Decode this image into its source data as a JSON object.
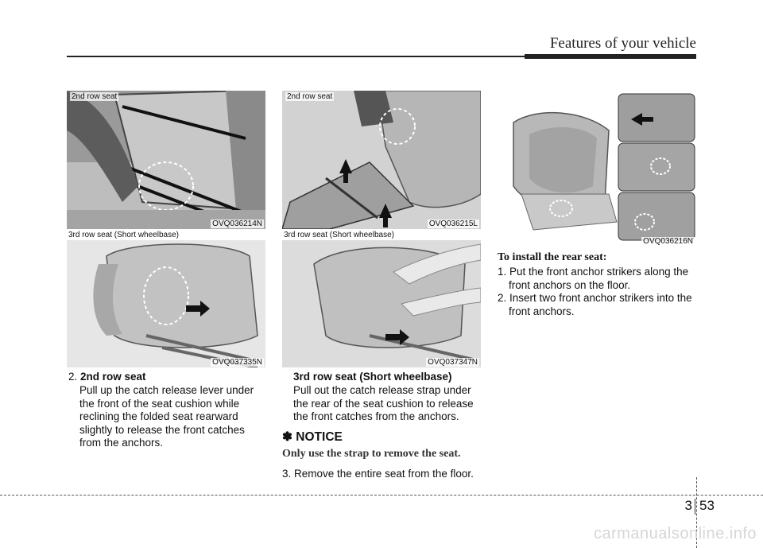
{
  "header": {
    "title": "Features of your vehicle"
  },
  "figures": {
    "f1": {
      "top_label": "2nd row seat",
      "code": "OVQ036214N"
    },
    "f2": {
      "band_label": "3rd row seat (Short wheelbase)",
      "code": "OVQ037335N"
    },
    "f3": {
      "top_label": "2nd row seat",
      "code": "OVQ036215L"
    },
    "f4": {
      "band_label": "3rd row seat (Short wheelbase)",
      "code": "OVQ037347N"
    },
    "f5": {
      "code": "OVQ036216N"
    }
  },
  "col1": {
    "step_number": "2.",
    "step_heading": "2nd row seat",
    "body_lines": [
      "Pull up the catch release lever under",
      "the front of the seat cushion while",
      "reclining the folded seat rearward",
      "slightly to release the front catches",
      "from the anchors."
    ]
  },
  "col2": {
    "sub_heading": "3rd row seat (Short wheelbase)",
    "body_lines": [
      "Pull out the catch release strap under",
      "the rear of the seat cushion to release",
      "the front catches from the anchors."
    ],
    "notice_heading": "✽ NOTICE",
    "notice_body": "Only use the strap to remove the seat.",
    "step3": "3. Remove the entire seat from the floor."
  },
  "col3": {
    "install_heading": "To install the rear seat:",
    "step1_lines": [
      "1. Put the front anchor strikers along the",
      "front anchors on the floor."
    ],
    "step2_lines": [
      "2. Insert two front anchor strikers into the",
      "front anchors."
    ]
  },
  "footer": {
    "chapter": "3",
    "page": "53"
  },
  "watermark": "carmanualsonline.info"
}
